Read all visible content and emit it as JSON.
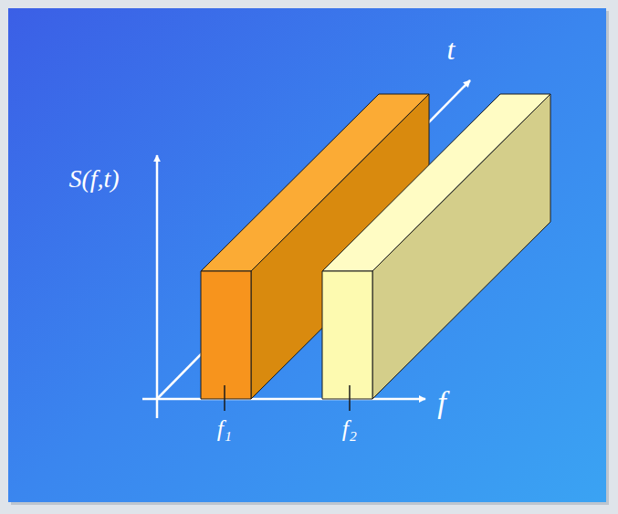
{
  "diagram": {
    "labels": [
      "S(f,t)",
      "t",
      "f₁",
      "f₂",
      "f"
    ]
  }
}
